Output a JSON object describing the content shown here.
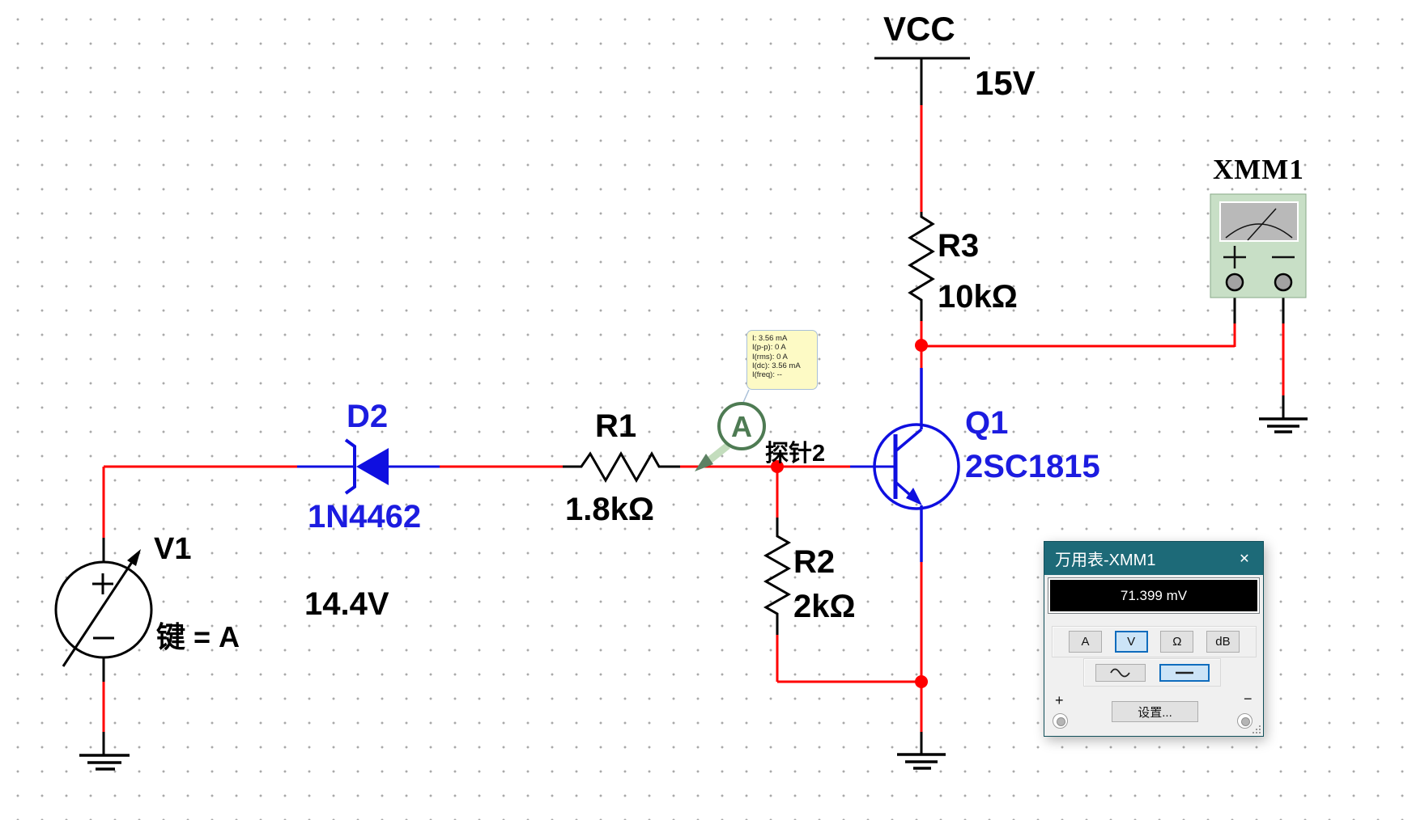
{
  "colors": {
    "wire_red": "#ff0000",
    "component_blue": "#0f0fe0",
    "component_black": "#000000",
    "label_blue": "#1c1ce0",
    "probe_green": "#4e7b53",
    "probe_arrow_light": "#c3ddbd",
    "tooltip_bg": "#fdfac5",
    "titlebar_teal": "#1d6a78",
    "selected_button_bg": "#cce4f7",
    "selected_button_border": "#0f6cbd",
    "meter_body_green": "#c8dfc6"
  },
  "schematic": {
    "vcc": {
      "label": "VCC",
      "value": "15V"
    },
    "r3": {
      "ref": "R3",
      "value": "10kΩ"
    },
    "r1": {
      "ref": "R1",
      "value": "1.8kΩ"
    },
    "r2": {
      "ref": "R2",
      "value": "2kΩ"
    },
    "d2": {
      "ref": "D2",
      "value": "1N4462"
    },
    "q1": {
      "ref": "Q1",
      "value": "2SC1815"
    },
    "v1": {
      "ref": "V1",
      "key_binding": "键 = A",
      "value": "14.4V"
    },
    "probe": {
      "icon_letter": "A",
      "label": "探针2",
      "readings": [
        "I: 3.56 mA",
        "I(p-p): 0 A",
        "I(rms): 0 A",
        "I(dc): 3.56 mA",
        "I(freq): --"
      ]
    },
    "xmm1": {
      "label": "XMM1",
      "plus": "+",
      "minus": "−"
    }
  },
  "multimeter": {
    "title": "万用表-XMM1",
    "close_glyph": "✕",
    "reading": "71.399 mV",
    "modes": [
      "A",
      "V",
      "Ω",
      "dB"
    ],
    "selected_mode": "V",
    "selected_waveform": "DC",
    "icons": {
      "ac": "∿",
      "dc": "—"
    },
    "settings_label": "设置...",
    "plus_label": "+",
    "minus_label": "−"
  }
}
